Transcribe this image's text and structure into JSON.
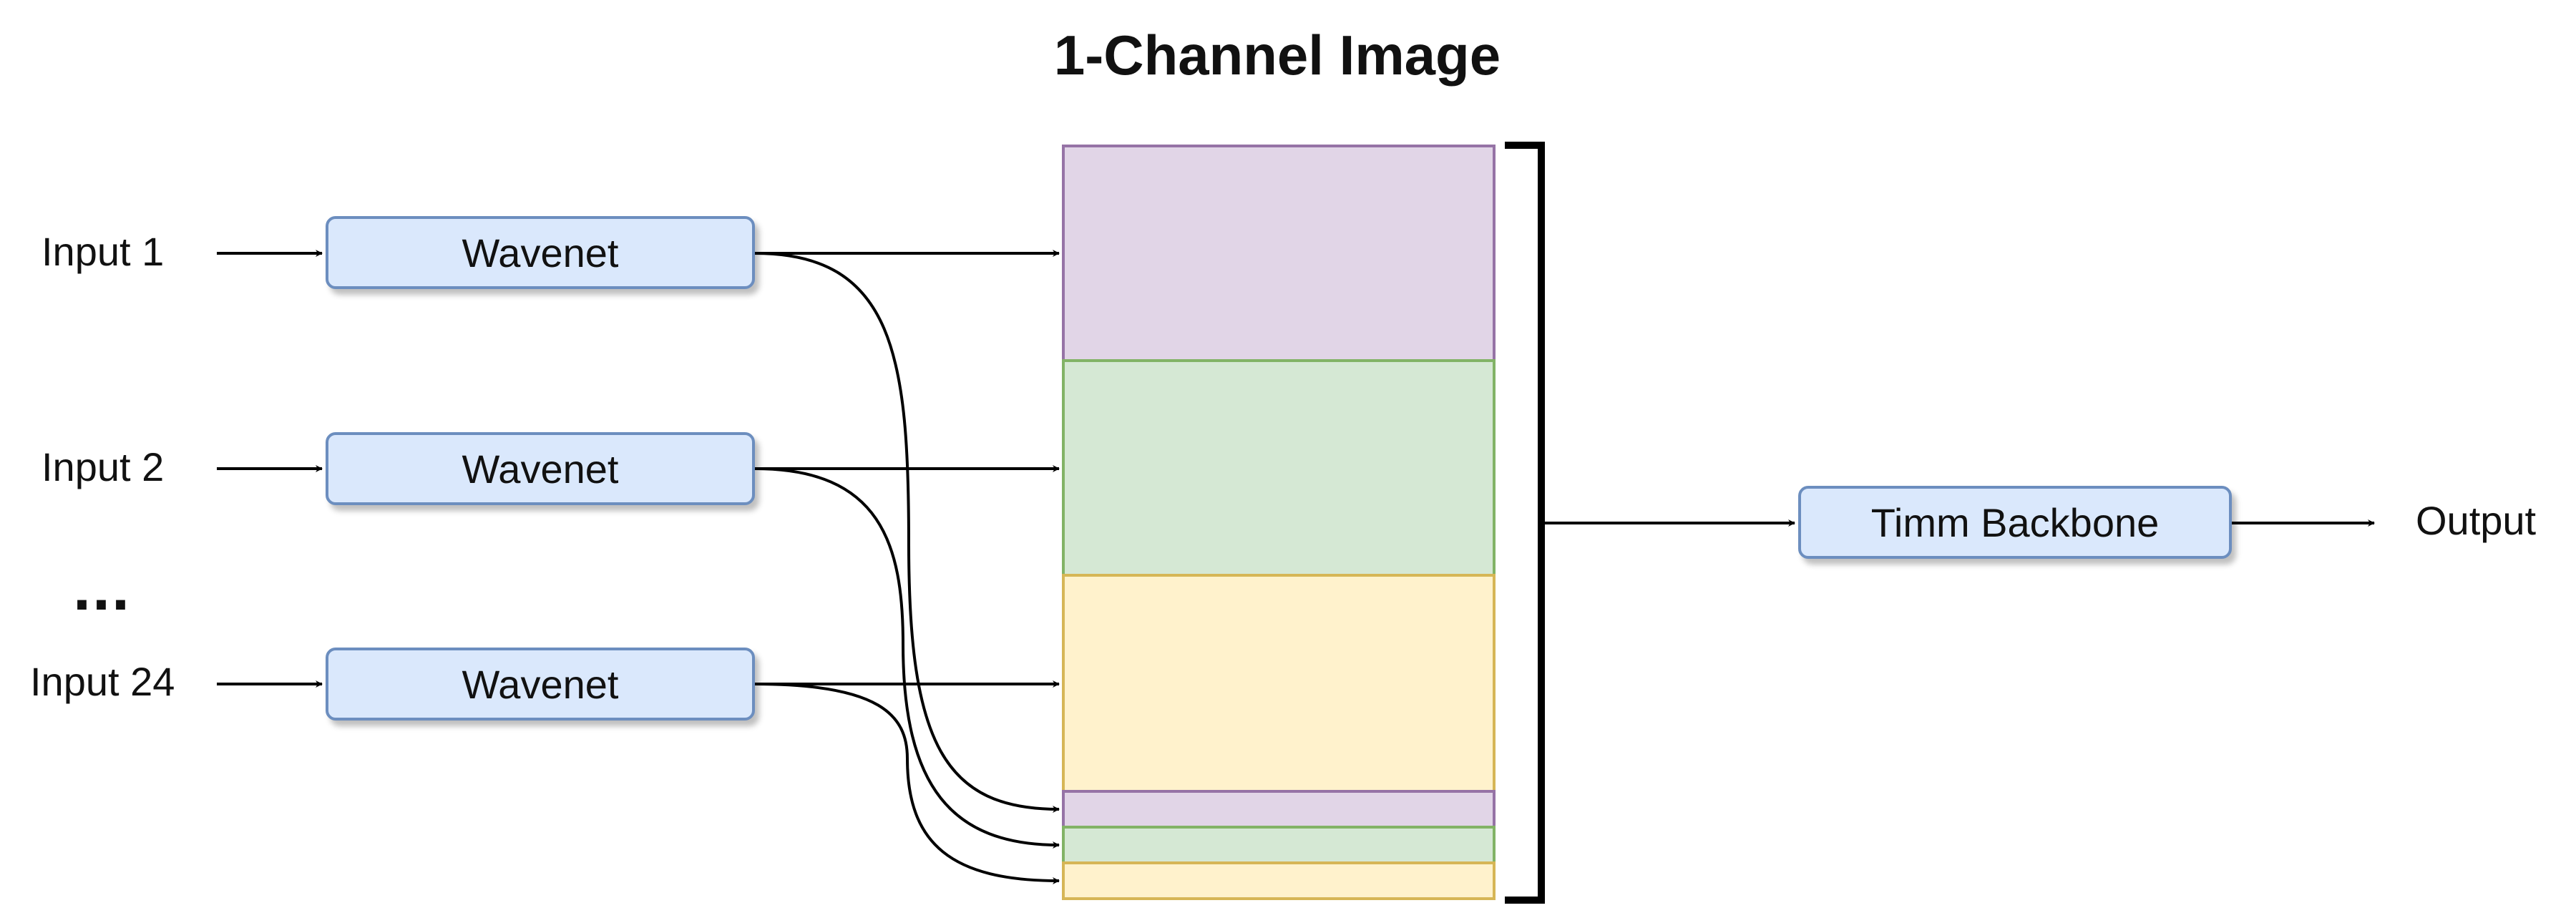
{
  "title": "1-Channel Image",
  "inputs": [
    {
      "label": "Input 1",
      "model": "Wavenet"
    },
    {
      "label": "Input 2",
      "model": "Wavenet"
    },
    {
      "label": "Input 24",
      "model": "Wavenet"
    }
  ],
  "ellipsis": "...",
  "backbone": "Timm Backbone",
  "output": "Output",
  "colors": {
    "box_fill": "#dae8fc",
    "box_stroke": "#6c8ebf",
    "purple_fill": "#e1d5e7",
    "purple_stroke": "#9673a6",
    "green_fill": "#d5e8d4",
    "green_stroke": "#82b366",
    "yellow_fill": "#fff2cc",
    "yellow_stroke": "#d6b656"
  }
}
